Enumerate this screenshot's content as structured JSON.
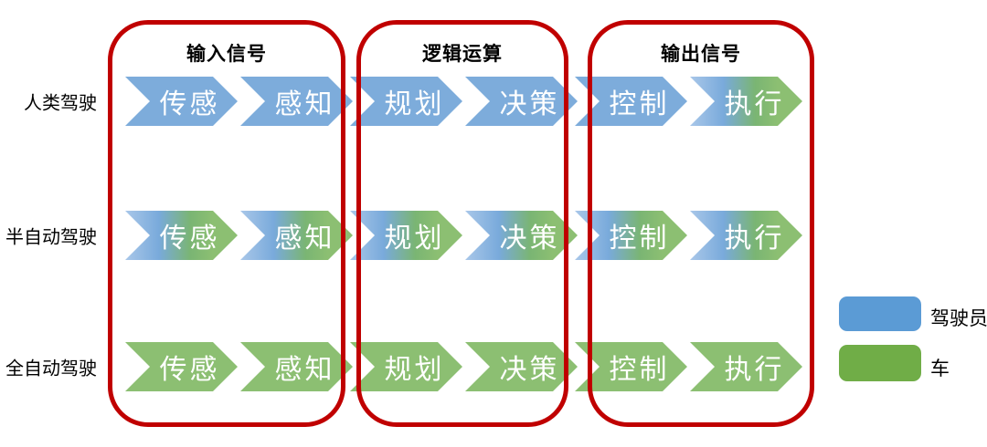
{
  "groups": [
    {
      "label": "输入信号"
    },
    {
      "label": "逻辑运算"
    },
    {
      "label": "输出信号"
    }
  ],
  "rows": [
    {
      "label": "人类驾驶",
      "steps": [
        {
          "label": "传感",
          "fill": "driver"
        },
        {
          "label": "感知",
          "fill": "driver"
        },
        {
          "label": "规划",
          "fill": "driver"
        },
        {
          "label": "决策",
          "fill": "driver"
        },
        {
          "label": "控制",
          "fill": "driver"
        },
        {
          "label": "执行",
          "fill": "mixed"
        }
      ]
    },
    {
      "label": "半自动驾驶",
      "steps": [
        {
          "label": "传感",
          "fill": "mixed"
        },
        {
          "label": "感知",
          "fill": "mixed"
        },
        {
          "label": "规划",
          "fill": "mixed"
        },
        {
          "label": "决策",
          "fill": "mixed"
        },
        {
          "label": "控制",
          "fill": "mixed"
        },
        {
          "label": "执行",
          "fill": "mixed"
        }
      ]
    },
    {
      "label": "全自动驾驶",
      "steps": [
        {
          "label": "传感",
          "fill": "vehicle"
        },
        {
          "label": "感知",
          "fill": "vehicle"
        },
        {
          "label": "规划",
          "fill": "vehicle"
        },
        {
          "label": "决策",
          "fill": "vehicle"
        },
        {
          "label": "控制",
          "fill": "vehicle"
        },
        {
          "label": "执行",
          "fill": "vehicle"
        }
      ]
    }
  ],
  "legend": [
    {
      "label": "驾驶员",
      "color": "#5B9BD5"
    },
    {
      "label": "车",
      "color": "#70AD47"
    }
  ],
  "colors": {
    "box_border_red": "#C00000",
    "arrow_blue": "#7DACDB",
    "arrow_green": "#8CBF72",
    "legend_blue": "#5B9BD5",
    "legend_green": "#70AD47"
  }
}
